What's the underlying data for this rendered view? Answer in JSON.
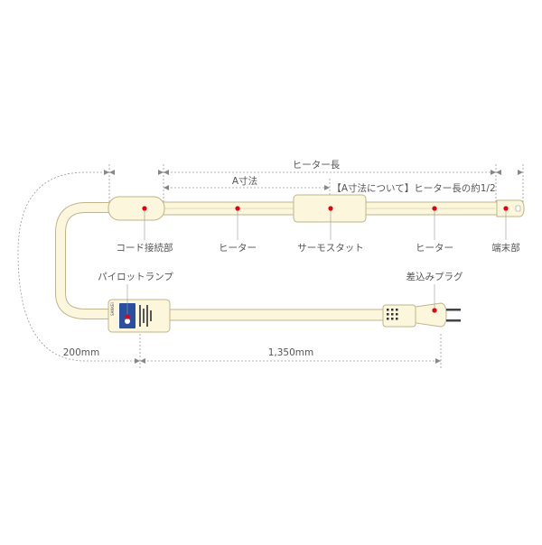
{
  "dimensions": {
    "heater_length": "ヒーター長",
    "a_dimension": "A寸法",
    "a_note": "【A寸法について】ヒーター長の約1/2",
    "length_200": "200mm",
    "length_1350": "1,350mm"
  },
  "labels": {
    "cord_joint": "コード接続部",
    "heater_left": "ヒーター",
    "thermostat": "サーモスタット",
    "heater_right": "ヒーター",
    "end_part": "端末部",
    "pilot_lamp": "パイロットランプ",
    "plug": "差込みプラグ"
  },
  "controller": {
    "logo_text": "SANKEI"
  },
  "colors": {
    "body_fill": "#fbf6dc",
    "outline": "#bfb58a",
    "marker": "#e60012",
    "label_text": "#555555",
    "dim_line": "#999999",
    "lamp_panel": "#2b4fa0",
    "plug_dark": "#333333"
  }
}
